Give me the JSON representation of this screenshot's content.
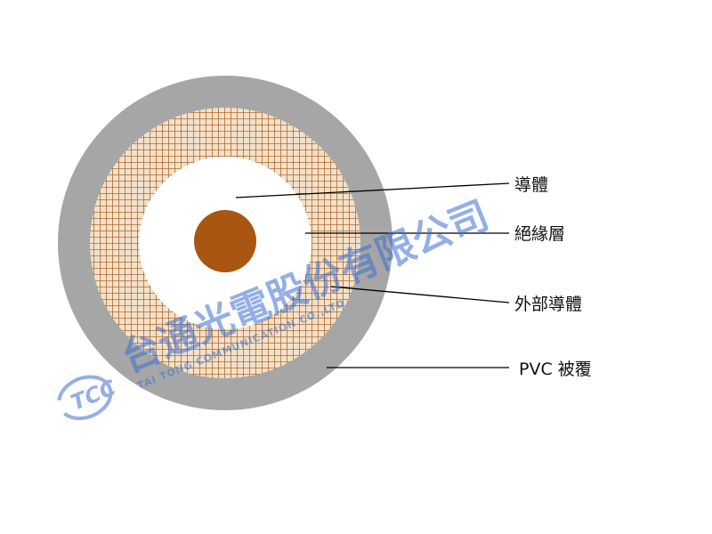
{
  "diagram": {
    "labels": {
      "conductor": "導體",
      "insulation": "絕緣層",
      "outer_conductor": "外部導體",
      "jacket": "PVC 被覆"
    },
    "colors": {
      "background": "#ffffff",
      "jacket": "#a6a6a6",
      "braid_bg": "#f2e1cb",
      "braid_line": "#b06a2c",
      "insulation": "#ffffff",
      "core": "#a95613",
      "leader": "#000000"
    }
  },
  "watermark": {
    "logo": "TCC",
    "company_cn": "台通光電股份有限公司",
    "company_en": "TAI TONG COMMUNICATION CO.,LTD",
    "color": "#3d6fd0"
  }
}
